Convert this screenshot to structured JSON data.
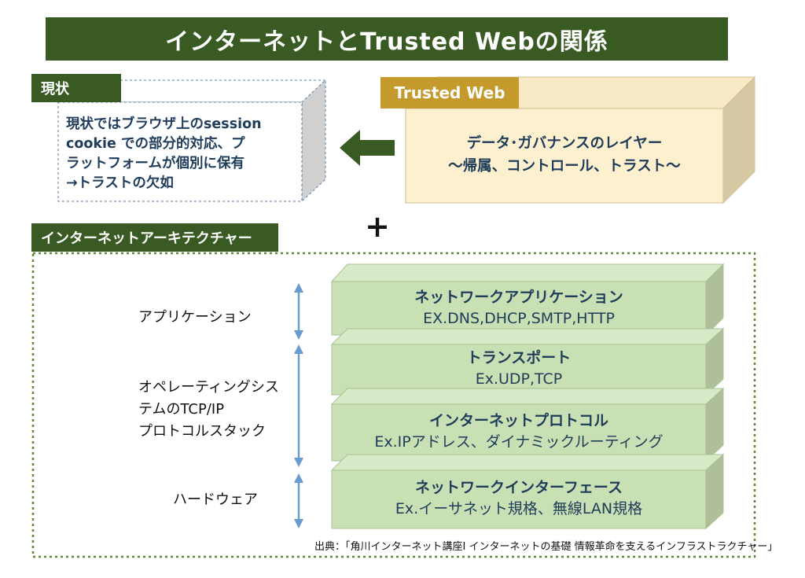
{
  "title": "インターネットとTrusted Webの関係",
  "status": {
    "tag": "現状",
    "lines": [
      "現状ではブラウザ上のsession",
      "cookie での部分的対応、プ",
      "ラットフォームが個別に保有",
      "→トラストの欠如"
    ]
  },
  "trusted_web": {
    "tag": "Trusted Web",
    "line1": "データ･ガバナンスのレイヤー",
    "line2": "～帰属、コントロール、トラスト～"
  },
  "plus": "+",
  "architecture": {
    "tag": "インターネットアーキテクチャー",
    "layers": [
      {
        "title": "ネットワークアプリケーション",
        "detail": "EX.DNS,DHCP,SMTP,HTTP"
      },
      {
        "title": "トランスポート",
        "detail": "Ex.UDP,TCP"
      },
      {
        "title": "インターネットプロトコル",
        "detail": "Ex.IPアドレス、ダイナミックルーティング"
      },
      {
        "title": "ネットワークインターフェース",
        "detail": "Ex.イーサネット規格、無線LAN規格"
      }
    ],
    "side_labels": {
      "application": "アプリケーション",
      "os_lines": [
        "オペレーティングシス",
        "テムのTCP/IP",
        "プロトコルスタック"
      ],
      "hardware": "ハードウェア"
    }
  },
  "source": "出典：「角川インターネット講座Ⅰ インターネットの基礎 情報革命を支えるインフラストラクチャー」",
  "colors": {
    "dark_green": "#3a5a24",
    "gold": "#c59a2d",
    "cream": "#fcf0cf",
    "layer_green": "#c9dfb4",
    "text_blue": "#1f3d5a",
    "arrow_blue": "#6a9cd0"
  }
}
